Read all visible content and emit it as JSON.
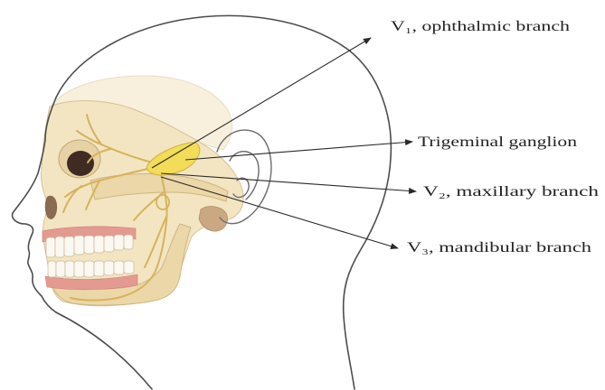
{
  "labels": {
    "ophthalmic_branch": "V₁, ophthalmic branch",
    "trigeminal_ganglion": "Trigeminal ganglion",
    "maxillary_branch": "V₂, maxillary branch",
    "mandibular_branch": "V₃, mandibular branch"
  },
  "colors": {
    "ganglion": "#f2dc58",
    "nerve": "#d6b25c",
    "bone": "#f3e5c2",
    "gums": "#e49a90",
    "outline": "#4d4d4d"
  }
}
